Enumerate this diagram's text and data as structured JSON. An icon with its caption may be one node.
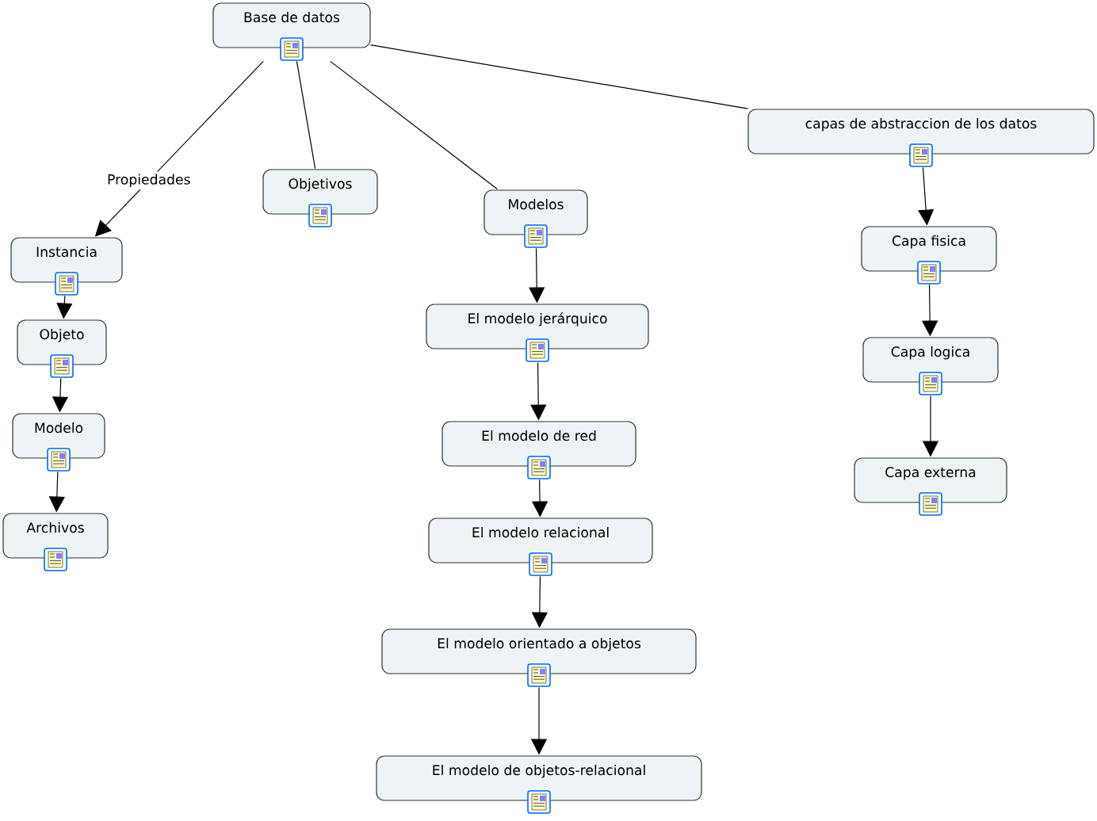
{
  "diagram": {
    "nodes": [
      {
        "text": [
          "Base de datos"
        ]
      },
      {
        "text": [
          "Instancia"
        ]
      },
      {
        "text": [
          "Objeto"
        ]
      },
      {
        "text": [
          "Modelo"
        ]
      },
      {
        "text": [
          "Archivos"
        ]
      },
      {
        "text": [
          "Objetivos"
        ]
      },
      {
        "text": [
          "Modelos"
        ]
      },
      {
        "text": [
          "El modelo jerárquico"
        ]
      },
      {
        "text": [
          "El modelo de red"
        ]
      },
      {
        "text": [
          "El modelo relacional"
        ]
      },
      {
        "text": [
          "El modelo orientado a objetos"
        ]
      },
      {
        "text": [
          "El modelo de objetos-relacional"
        ]
      },
      {
        "text": [
          "capas de abstraccion de los datos"
        ]
      },
      {
        "text": [
          "Capa fisica"
        ]
      },
      {
        "text": [
          "Capa logica"
        ]
      },
      {
        "text": [
          "Capa externa"
        ]
      }
    ],
    "edges": [
      {
        "from": 0,
        "to": 1,
        "arrow": "to",
        "label": "Propiedades"
      },
      {
        "from": 0,
        "to": 5,
        "arrow": "none"
      },
      {
        "from": 0,
        "to": 6,
        "arrow": "none"
      },
      {
        "from": 0,
        "to": 12,
        "arrow": "none"
      },
      {
        "from": 1,
        "to": 2,
        "arrow": "to"
      },
      {
        "from": 2,
        "to": 3,
        "arrow": "to"
      },
      {
        "from": 3,
        "to": 4,
        "arrow": "to"
      },
      {
        "from": 6,
        "to": 7,
        "arrow": "to"
      },
      {
        "from": 7,
        "to": 8,
        "arrow": "to"
      },
      {
        "from": 8,
        "to": 9,
        "arrow": "to"
      },
      {
        "from": 9,
        "to": 10,
        "arrow": "to"
      },
      {
        "from": 10,
        "to": 11,
        "arrow": "to"
      },
      {
        "from": 12,
        "to": 13,
        "arrow": "to"
      },
      {
        "from": 13,
        "to": 14,
        "arrow": "to"
      },
      {
        "from": 14,
        "to": 15,
        "arrow": "to"
      }
    ]
  }
}
